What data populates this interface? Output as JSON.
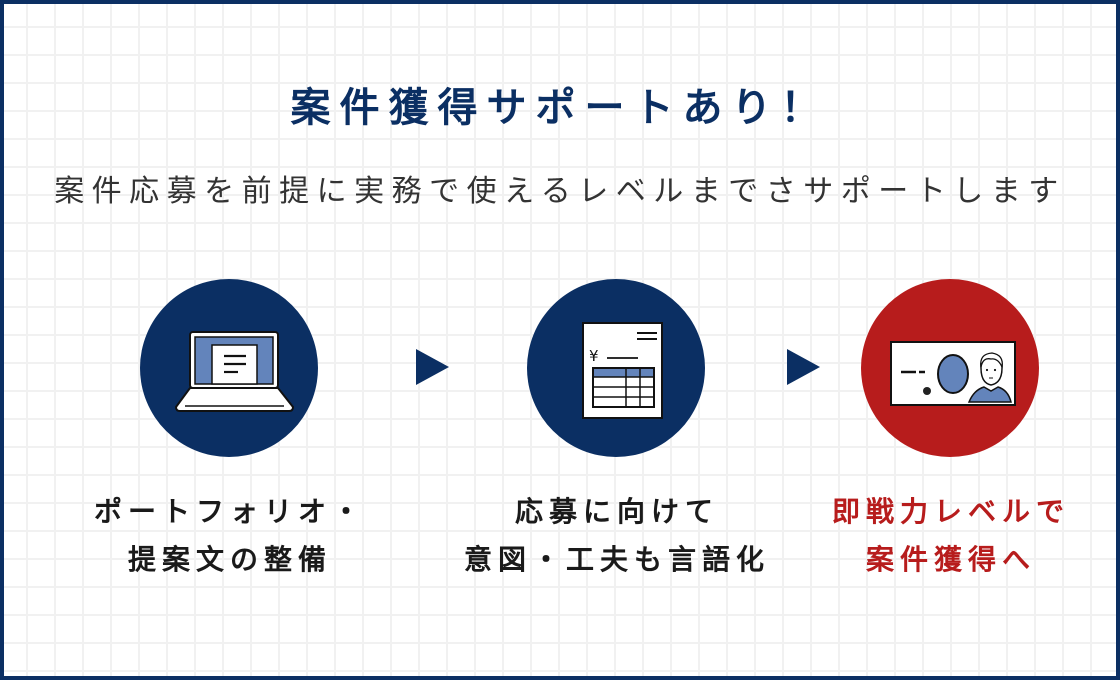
{
  "header": {
    "title": "案件獲得サポートあり！",
    "subtitle": "案件応募を前提に実務で使えるレベルまでさサポートします"
  },
  "colors": {
    "navy": "#0b2f63",
    "red": "#b71c1c",
    "accent_blue": "#6384bb",
    "text_dark": "#333333",
    "label_dark": "#1a1a1a",
    "grid_line": "#f1f1f1"
  },
  "steps": [
    {
      "icon": "laptop-document-icon",
      "circle_color": "#0b2f63",
      "line1": "ポートフォリオ・",
      "line2": "提案文の整備",
      "text_color": "#1a1a1a"
    },
    {
      "icon": "invoice-document-icon",
      "circle_color": "#0b2f63",
      "line1": "応募に向けて",
      "line2": "意図・工夫も言語化",
      "text_color": "#1a1a1a"
    },
    {
      "icon": "id-card-person-icon",
      "circle_color": "#b71c1c",
      "line1": "即戦力レベルで",
      "line2": "案件獲得へ",
      "text_color": "#b71c1c"
    }
  ],
  "arrows": [
    {
      "icon": "triangle-right-icon",
      "color": "#0b2f63"
    },
    {
      "icon": "triangle-right-icon",
      "color": "#0b2f63"
    }
  ],
  "invoice_icon": {
    "currency_symbol": "¥"
  }
}
